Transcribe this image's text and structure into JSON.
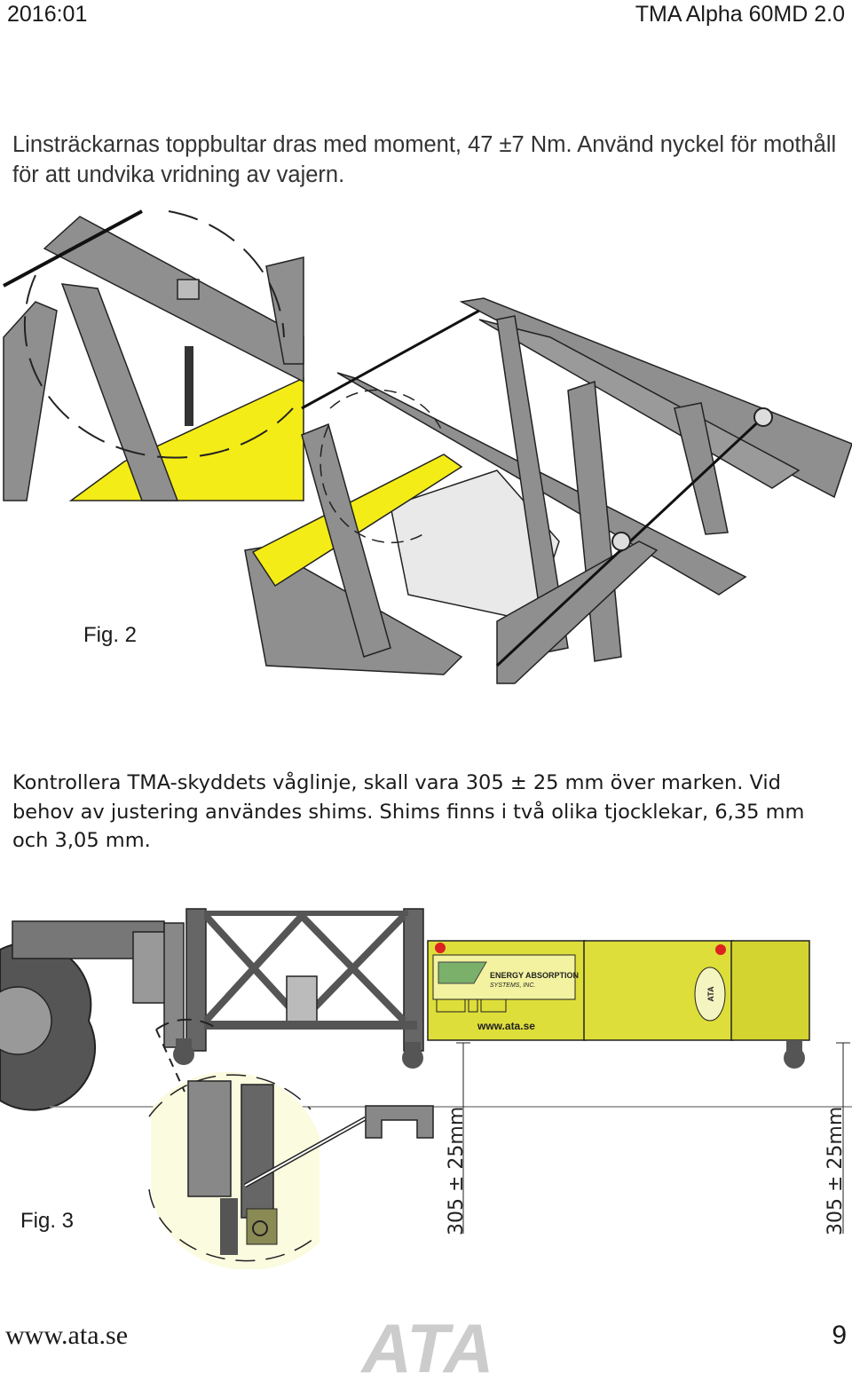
{
  "header": {
    "left": "2016:01",
    "right": "TMA Alpha 60MD 2.0"
  },
  "paragraph_1": "Linsträckarnas toppbultar dras med moment, 47 ±7 Nm. Använd nyckel för mothåll för att undvika vridning av vajern.",
  "paragraph_2": "Kontrollera TMA-skyddets våglinje, skall vara 305 ± 25 mm över marken. Vid behov av justering användes shims. Shims finns i två olika tjocklekar, 6,35 mm och 3,05 mm.",
  "figure_2": {
    "label": "Fig. 2"
  },
  "figure_3": {
    "label": "Fig. 3",
    "dimension_1": "305 ± 25mm",
    "dimension_2": "305 ± 25mm",
    "panel_brand_line1": "ENERGY ABSORPTION",
    "panel_brand_line2": "SYSTEMS, INC.",
    "panel_url": "www.ata.se",
    "panel_logo": "ATA"
  },
  "footer": {
    "url": "www.ata.se",
    "logo": "ATA",
    "page": "9"
  },
  "colors": {
    "yellow_strap": "#f4ec17",
    "tma_body": "#dede3a",
    "steel_gray": "#8f8f8f",
    "dark_gray": "#555555"
  }
}
